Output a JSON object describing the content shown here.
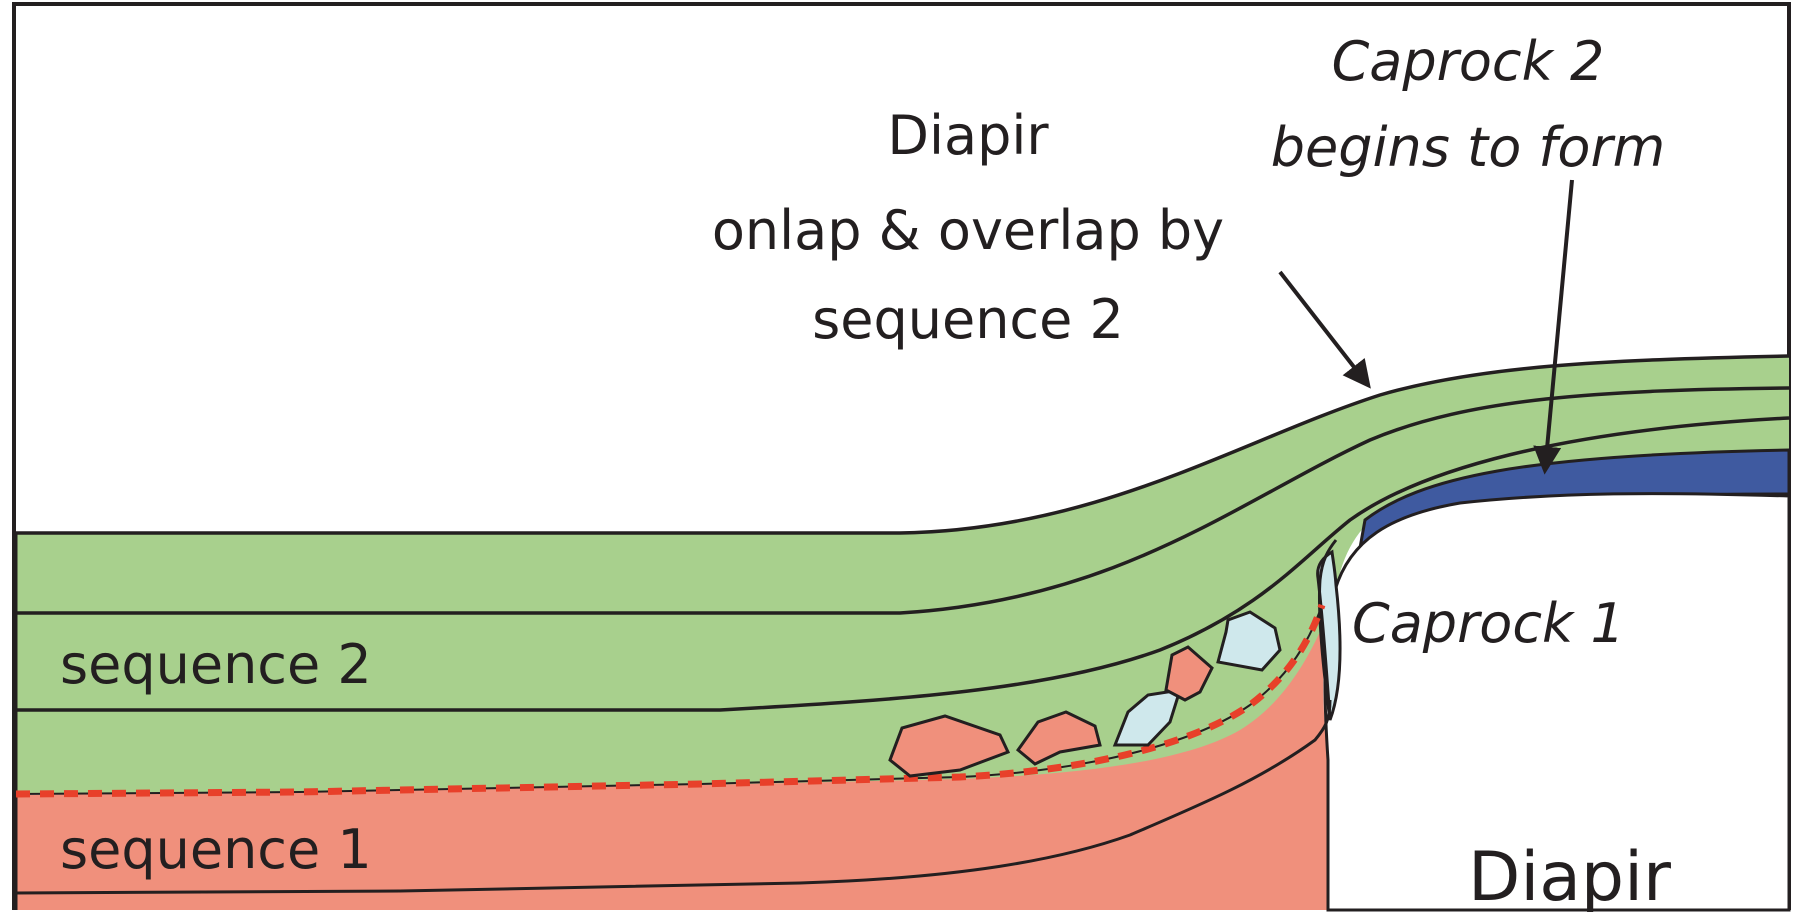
{
  "labels": {
    "diapir_title": "Diapir",
    "diapir_title_line2": "onlap & overlap by",
    "diapir_title_line3": "sequence 2",
    "caprock2_line1": "Caprock 2",
    "caprock2_line2": "begins to form",
    "caprock1": "Caprock 1",
    "sequence2": "sequence 2",
    "sequence1": "sequence 1",
    "diapir_body": "Diapir"
  },
  "colors": {
    "sequence2_green": "#a8d08d",
    "sequence1_salmon": "#f0907c",
    "caprock1_lightblue": "#cfe8ec",
    "caprock2_blue": "#3f5aa0",
    "unconformity_red": "#e8402a",
    "outline": "#231f20"
  }
}
